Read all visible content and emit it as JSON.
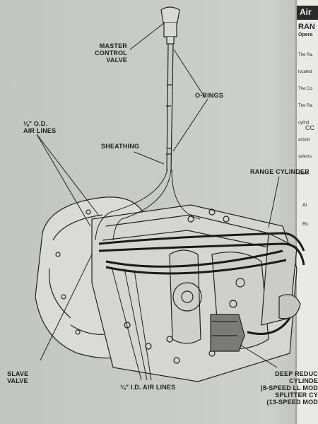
{
  "labels": {
    "master_control_valve": "MASTER\nCONTROL\nVALVE",
    "o_rings": "O-RINGS",
    "od_air_lines": "⅛\" O.D.\nAIR LINES",
    "sheathing": "SHEATHING",
    "range_cylinder": "RANGE CYLINDER",
    "slave_valve": "SLAVE\nVALVE",
    "id_air_lines": "¼\" I.D. AIR LINES",
    "deep_reduction": "DEEP REDUC\nCYLINDE\n(8-SPEED LL MOD\nSPLITTER CY\n(13-SPEED MOD"
  },
  "right_page": {
    "header": "Air",
    "section": "RAN",
    "sub": "Opera",
    "lines": [
      "The Ra",
      "located",
      "The Co",
      "The Ra",
      "cylind",
      "actuat",
      "selecto",
      "valve."
    ],
    "ref": "CC",
    "lines2": [
      "Ai",
      "Rc"
    ]
  },
  "colors": {
    "paper": "#c9cbc8",
    "ink": "#1f1f1f"
  }
}
